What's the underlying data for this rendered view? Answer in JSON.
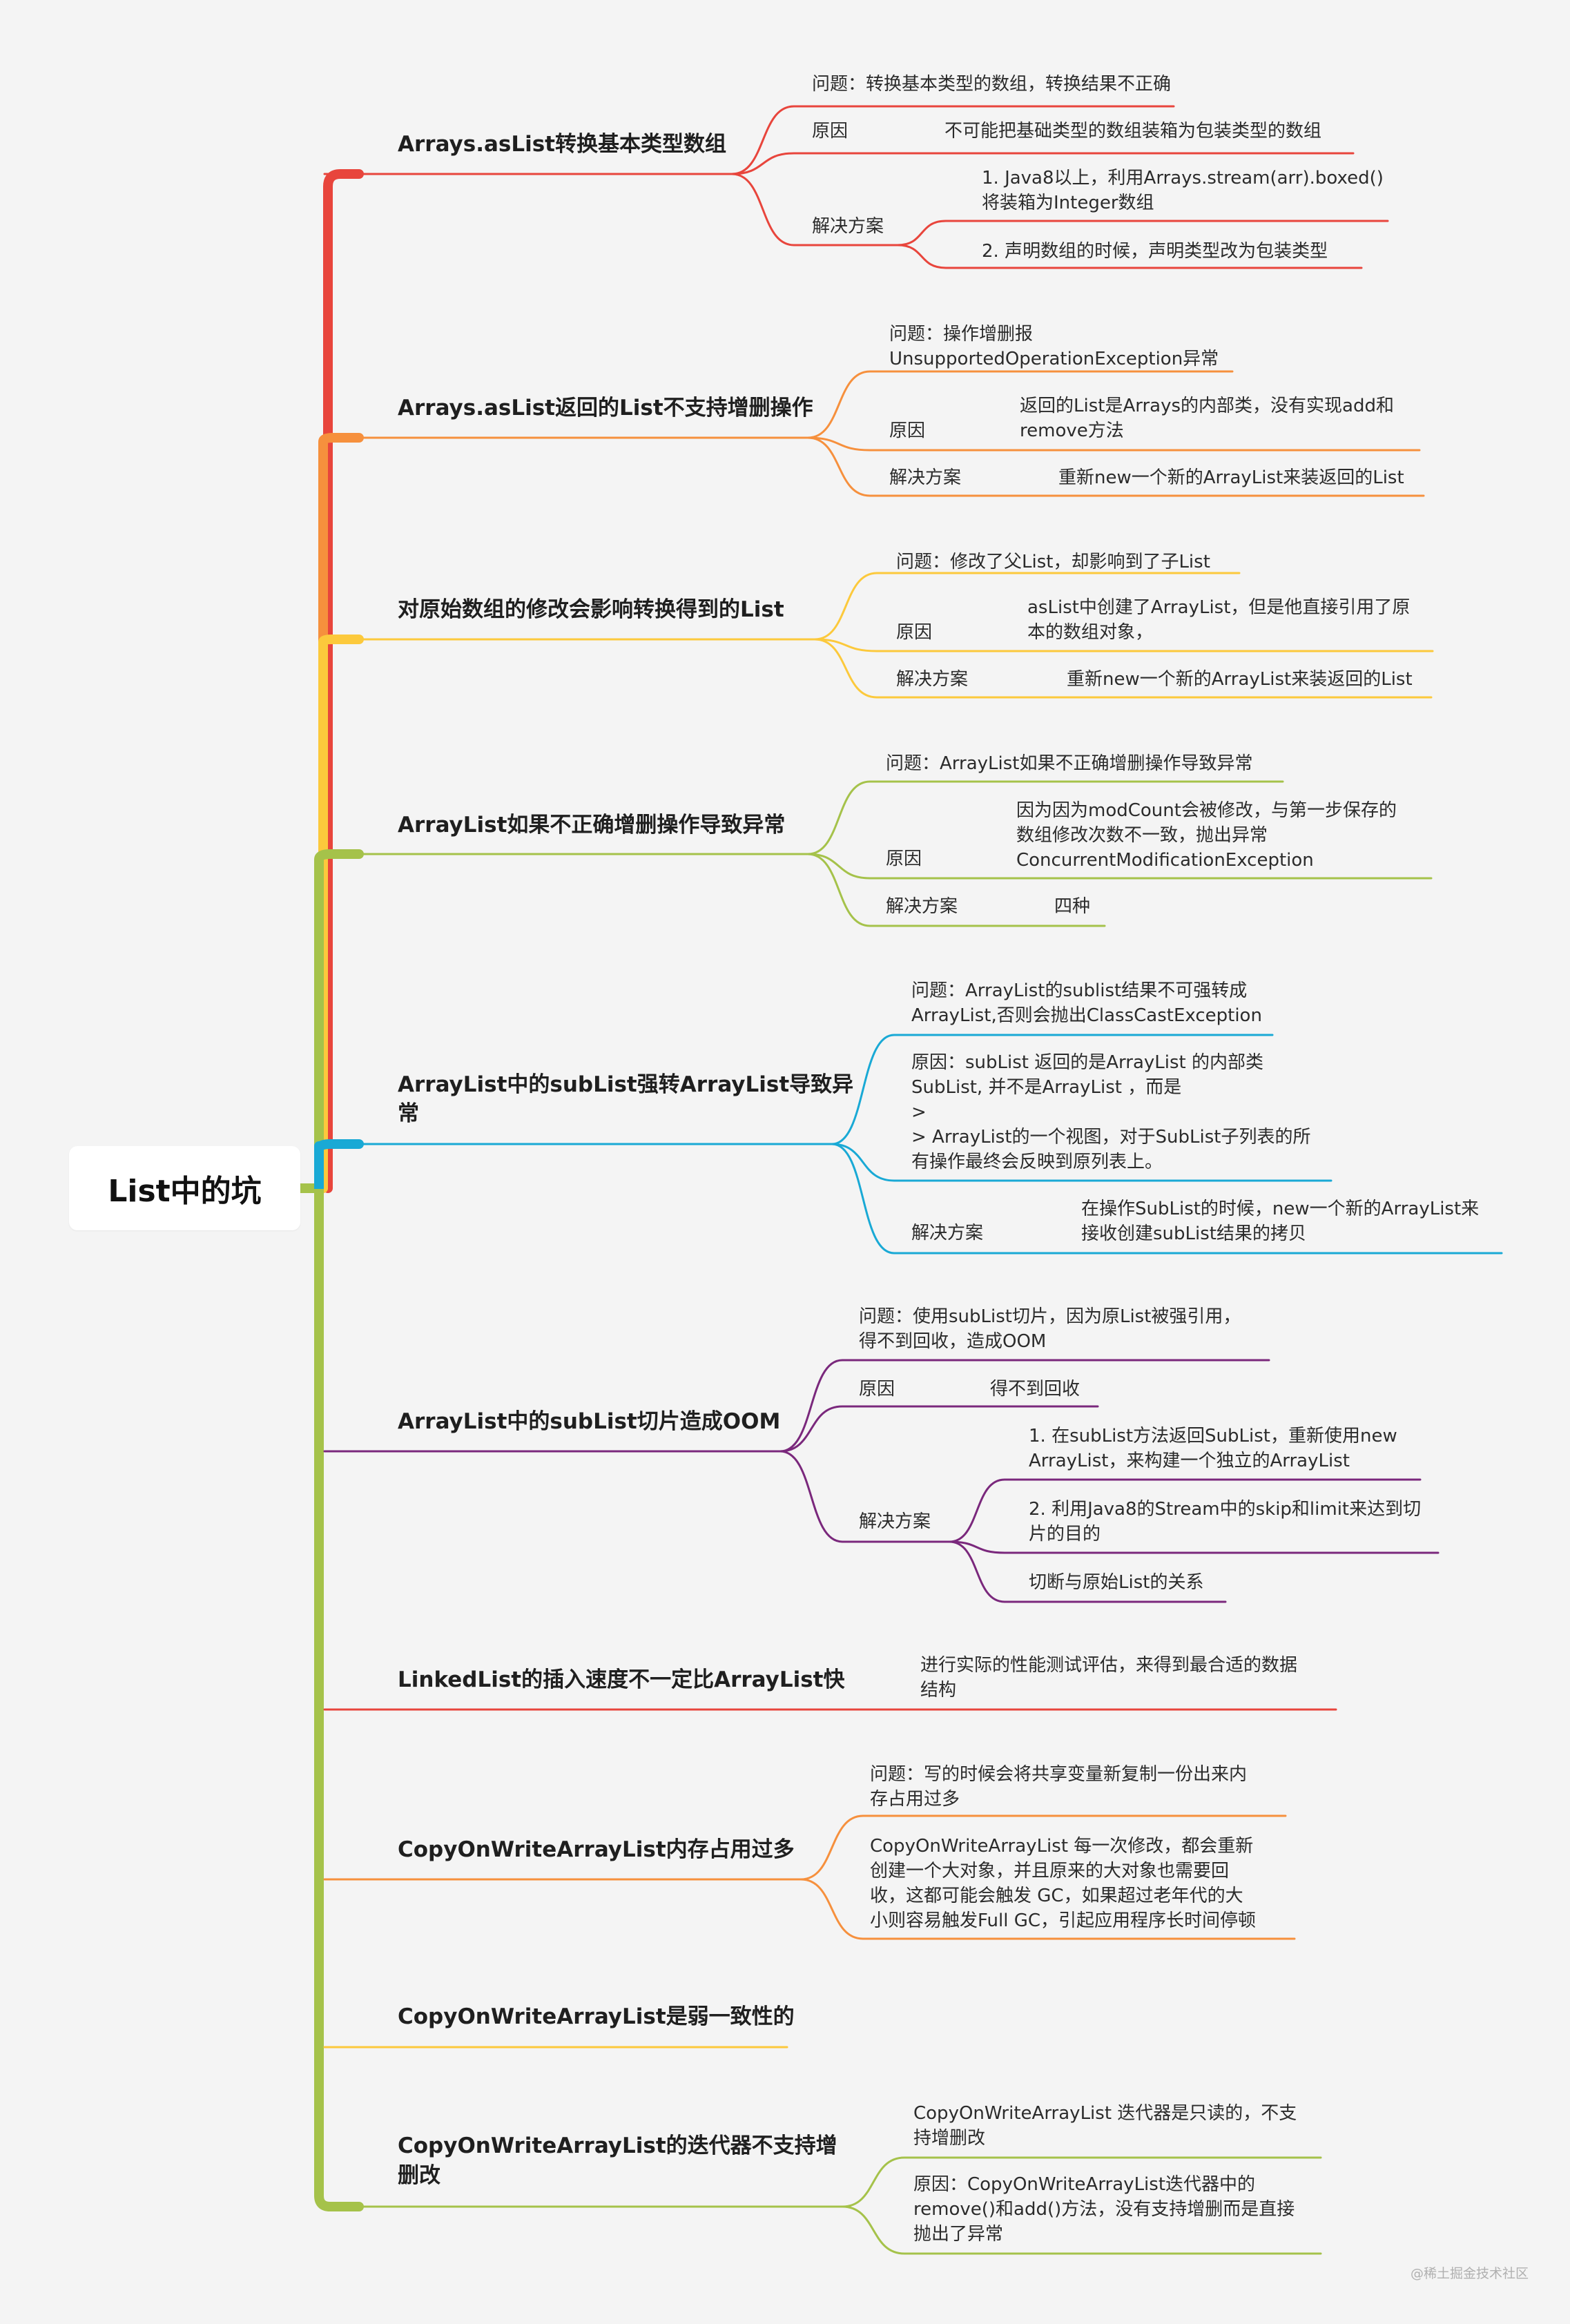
{
  "root": "List中的坑",
  "topics": {
    "t1": {
      "title": "Arrays.asList转换基本类型数组",
      "problem": "问题：转换基本类型的数组，转换结果不正确",
      "cause_label": "原因",
      "cause": "不可能把基础类型的数组装箱为包装类型的数组",
      "solution_label": "解决方案",
      "solution_1a": "1. Java8以上，利用Arrays.stream(arr).boxed()",
      "solution_1b": "将装箱为Integer数组",
      "solution_2": "2. 声明数组的时候，声明类型改为包装类型"
    },
    "t2": {
      "title": "Arrays.asList返回的List不支持增删操作",
      "problem_a": "问题：操作增删报",
      "problem_b": "UnsupportedOperationException异常",
      "cause_label": "原因",
      "cause_a": "返回的List是Arrays的内部类，没有实现add和",
      "cause_b": "remove方法",
      "solution_label": "解决方案",
      "solution": "重新new一个新的ArrayList来装返回的List"
    },
    "t3": {
      "title": "对原始数组的修改会影响转换得到的List",
      "problem": "问题：修改了父List，却影响到了子List",
      "cause_label": "原因",
      "cause_a": "asList中创建了ArrayList，但是他直接引用了原",
      "cause_b": "本的数组对象，",
      "solution_label": "解决方案",
      "solution": "重新new一个新的ArrayList来装返回的List"
    },
    "t4": {
      "title": "ArrayList如果不正确增删操作导致异常",
      "problem": "问题：ArrayList如果不正确增删操作导致异常",
      "cause_label": "原因",
      "cause_a": "因为因为modCount会被修改，与第一步保存的",
      "cause_b": "数组修改次数不一致，抛出异常",
      "cause_c": "ConcurrentModificationException",
      "solution_label": "解决方案",
      "solution": "四种"
    },
    "t5": {
      "title_a": "ArrayList中的subList强转ArrayList导致异",
      "title_b": "常",
      "problem_a": "问题：ArrayList的sublist结果不可强转成",
      "problem_b": "ArrayList,否则会抛出ClassCastException",
      "cause_a": "原因：subList 返回的是ArrayList 的内部类",
      "cause_b": "SubList, 并不是ArrayList ，而是",
      "cause_c": ">",
      "cause_d": "> ArrayList的一个视图，对于SubList子列表的所",
      "cause_e": "有操作最终会反映到原列表上。",
      "solution_label": "解决方案",
      "solution_a": "在操作SubList的时候，new一个新的ArrayList来",
      "solution_b": "接收创建subList结果的拷贝"
    },
    "t6": {
      "title": "ArrayList中的subList切片造成OOM",
      "problem_a": "问题：使用subList切片，因为原List被强引用，",
      "problem_b": "得不到回收，造成OOM",
      "cause_label": "原因",
      "cause": "得不到回收",
      "solution_label": "解决方案",
      "solution_1a": "1. 在subList方法返回SubList，重新使用new",
      "solution_1b": "ArrayList，来构建一个独立的ArrayList",
      "solution_2a": "2. 利用Java8的Stream中的skip和limit来达到切",
      "solution_2b": "片的目的",
      "solution_3": "切断与原始List的关系"
    },
    "t7": {
      "title": "LinkedList的插入速度不一定比ArrayList快",
      "note_a": "进行实际的性能测试评估，来得到最合适的数据",
      "note_b": "结构"
    },
    "t8": {
      "title": "CopyOnWriteArrayList内存占用过多",
      "problem_a": "问题：写的时候会将共享变量新复制一份出来内",
      "problem_b": "存占用过多",
      "detail_a": "CopyOnWriteArrayList 每一次修改，都会重新",
      "detail_b": "创建一个大对象，并且原来的大对象也需要回",
      "detail_c": "收，这都可能会触发 GC，如果超过老年代的大",
      "detail_d": "小则容易触发Full GC，引起应用程序长时间停顿"
    },
    "t9": {
      "title": "CopyOnWriteArrayList是弱一致性的"
    },
    "t10": {
      "title_a": "CopyOnWriteArrayList的迭代器不支持增",
      "title_b": "删改",
      "note_a": "CopyOnWriteArrayList 迭代器是只读的，不支",
      "note_b": "持增删改",
      "cause_a": "原因：CopyOnWriteArrayList迭代器中的",
      "cause_b": "remove()和add()方法，没有支持增删而是直接",
      "cause_c": "抛出了异常"
    }
  },
  "watermark": "@稀土掘金技术社区",
  "colors": {
    "red": "#e8453c",
    "orange": "#f6903d",
    "yellow": "#fcc93c",
    "green": "#a5c24a",
    "blue": "#19a9d5",
    "purple": "#7a287c",
    "background": "#f4f4f4"
  }
}
